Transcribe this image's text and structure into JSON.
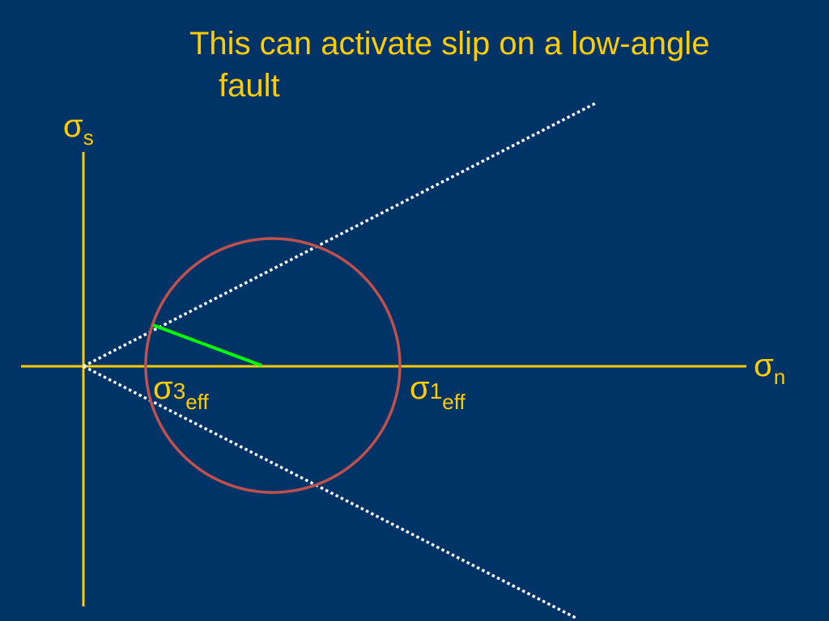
{
  "slide": {
    "title_line1": "This can activate slip on a low-angle",
    "title_line2": "fault"
  },
  "diagram": {
    "axis_labels": {
      "vertical": {
        "main": "σ",
        "sub": "s"
      },
      "horizontal": {
        "main": "σ",
        "sub": "n"
      }
    },
    "circle_labels": {
      "sigma3": {
        "main": "σ",
        "num": "3",
        "sub": "eff"
      },
      "sigma1": {
        "main": "σ",
        "num": "1",
        "sub": "eff"
      }
    }
  },
  "colors": {
    "background": "#003366",
    "axes": "#FFCC00",
    "text": "#FFCC00",
    "mohr_circle": "#C0504D",
    "failure_envelope": "#FFFFFF",
    "fault_radius": "#00FF00"
  }
}
